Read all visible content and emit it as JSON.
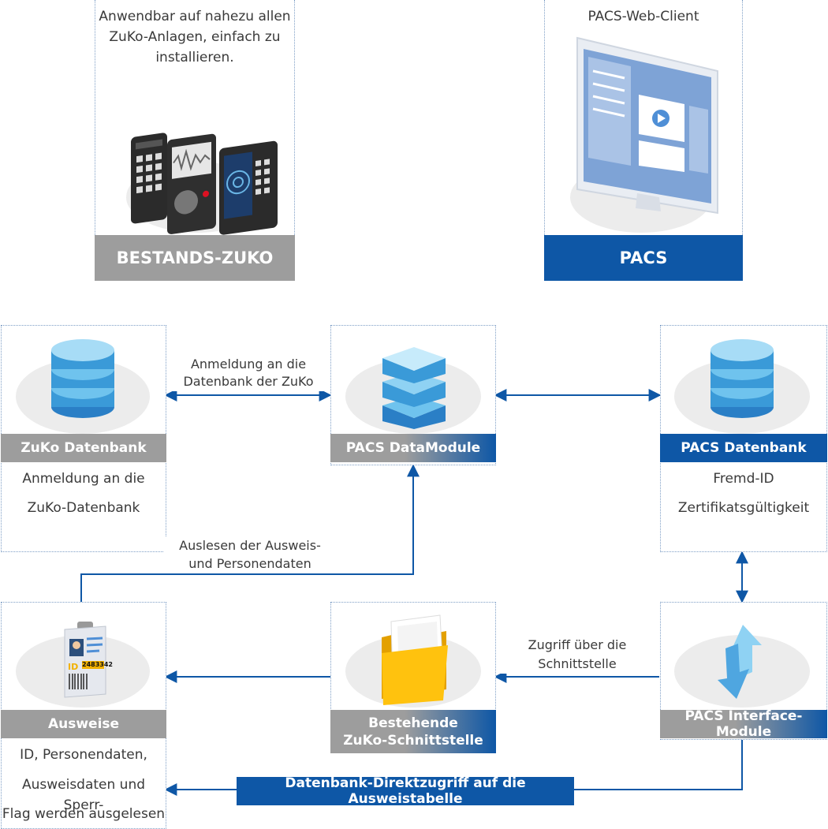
{
  "top": {
    "bestands": {
      "caption": "Anwendbar auf nahezu allen ZuKo-Anlagen, einfach zu installieren.",
      "label": "BESTANDS-ZUKO"
    },
    "pacs": {
      "caption": "PACS-Web-Client",
      "label": "PACS"
    }
  },
  "nodes": {
    "zuko_db": {
      "label": "ZuKo Datenbank",
      "line1": "Anmeldung an die",
      "line2": "ZuKo-Datenbank"
    },
    "datamodule": {
      "label": "PACS DataModule"
    },
    "pacs_db": {
      "label": "PACS Datenbank",
      "line1": "Fremd-ID",
      "line2": "Zertifikatsgültigkeit"
    },
    "ausweise": {
      "label": "Ausweise",
      "line1": "ID, Personendaten,",
      "line2": "Ausweisdaten und Sperr-",
      "line3": "Flag werden ausgelesen"
    },
    "schnittstelle": {
      "label_line1": "Bestehende",
      "label_line2": "ZuKo-Schnittstelle"
    },
    "interface": {
      "label": "PACS Interface-Module"
    }
  },
  "edges": {
    "anmeldung_line1": "Anmeldung an die",
    "anmeldung_line2": "Datenbank der ZuKo",
    "auslesen_line1": "Auslesen der Ausweis-",
    "auslesen_line2": "und Personendaten",
    "zugriff_line1": "Zugriff über die",
    "zugriff_line2": "Schnittstelle",
    "direktzugriff": "Datenbank-Direktzugriff auf die Ausweistabelle"
  },
  "icons": {
    "id_card_number": "2483342",
    "id_card_tag": "ID"
  },
  "colors": {
    "blue": "#0e57a6",
    "gray": "#9d9d9d",
    "border": "#7f9fc6"
  }
}
